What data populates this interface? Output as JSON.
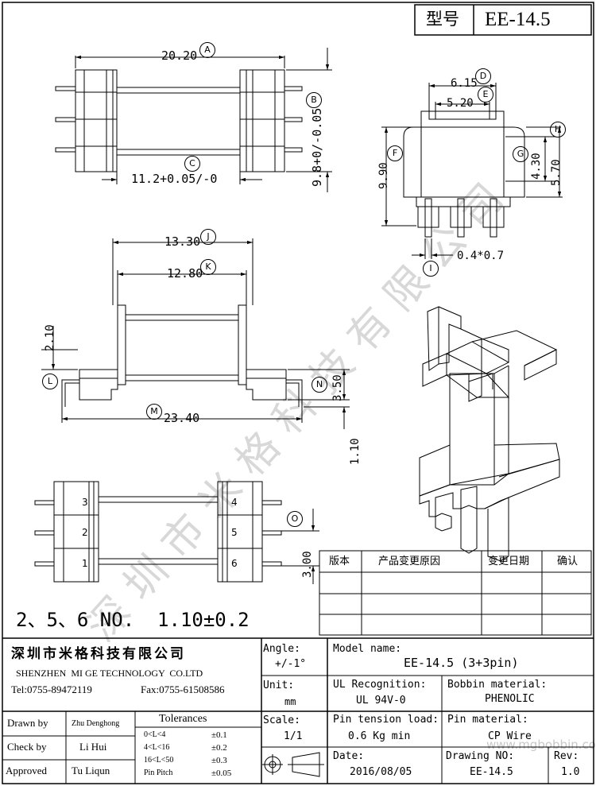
{
  "header": {
    "type_label": "型号",
    "type_value": "EE-14.5"
  },
  "dims": {
    "a": "20.20",
    "b": "9.8+0/-0.05",
    "c": "11.2+0.05/-0",
    "d": "6.15",
    "e": "5.20",
    "f": "9.90",
    "g": "4.30",
    "h": "5.70",
    "i": "0.4*0.7",
    "j": "13.30",
    "k": "12.80",
    "l": "2.10",
    "m": "23.40",
    "n": "3.50",
    "n2": "1.10",
    "o": "3.00"
  },
  "letters": {
    "a": "A",
    "b": "B",
    "c": "C",
    "d": "D",
    "e": "E",
    "f": "F",
    "g": "G",
    "h": "H",
    "i": "I",
    "j": "J",
    "k": "K",
    "l": "L",
    "m": "M",
    "n": "N",
    "o": "O"
  },
  "pins": {
    "p1": "1",
    "p2": "2",
    "p3": "3",
    "p4": "4",
    "p5": "5",
    "p6": "6"
  },
  "note": "2、5、6 NO.  1.10±0.2",
  "revision_table": {
    "headers": [
      "版本",
      "产品变更原因",
      "变更日期",
      "确认"
    ]
  },
  "company": {
    "name_cn": "深圳市米格科技有限公司",
    "name_en": "SHENZHEN  MI GE TECHNOLOGY  CO.LTD",
    "tel": "Tel:0755-89472119",
    "fax": "Fax:0755-61508586"
  },
  "angle": {
    "label": "Angle:",
    "value": "+/-1°"
  },
  "unit": {
    "label": "Unit:",
    "value": "mm"
  },
  "scale": {
    "label": "Scale:",
    "value": "1/1"
  },
  "model": {
    "label": "Model name:",
    "value": "EE-14.5 (3+3pin)"
  },
  "ul": {
    "label": "UL Recognition:",
    "value": "UL 94V-0"
  },
  "bobbin": {
    "label": "Bobbin material:",
    "value": "PHENOLIC"
  },
  "pin_tension": {
    "label": "Pin tension load:",
    "value": "0.6 Kg min"
  },
  "pin_material": {
    "label": "Pin material:",
    "value": "CP Wire"
  },
  "date": {
    "label": "Date:",
    "value": "2016/08/05"
  },
  "drawing_no": {
    "label": "Drawing NO:",
    "value": "EE-14.5"
  },
  "rev": {
    "label": "Rev:",
    "value": "1.0"
  },
  "people": {
    "drawn_label": "Drawn by",
    "drawn_value": "Zhu Denghong",
    "check_label": "Check by",
    "check_value": "Li Hui",
    "approved_label": "Approved",
    "approved_value": "Tu Liqun"
  },
  "tolerances": {
    "title": "Tolerances",
    "rows": [
      {
        "range": "0<L<4",
        "tol": "±0.1"
      },
      {
        "range": "4<L<16",
        "tol": "±0.2"
      },
      {
        "range": "16<L<50",
        "tol": "±0.3"
      },
      {
        "range": "Pin Pitch",
        "tol": "±0.05"
      }
    ]
  },
  "watermark": {
    "text": "深圳市米格科技有限公司",
    "url": "www.mgbobbin.com"
  }
}
